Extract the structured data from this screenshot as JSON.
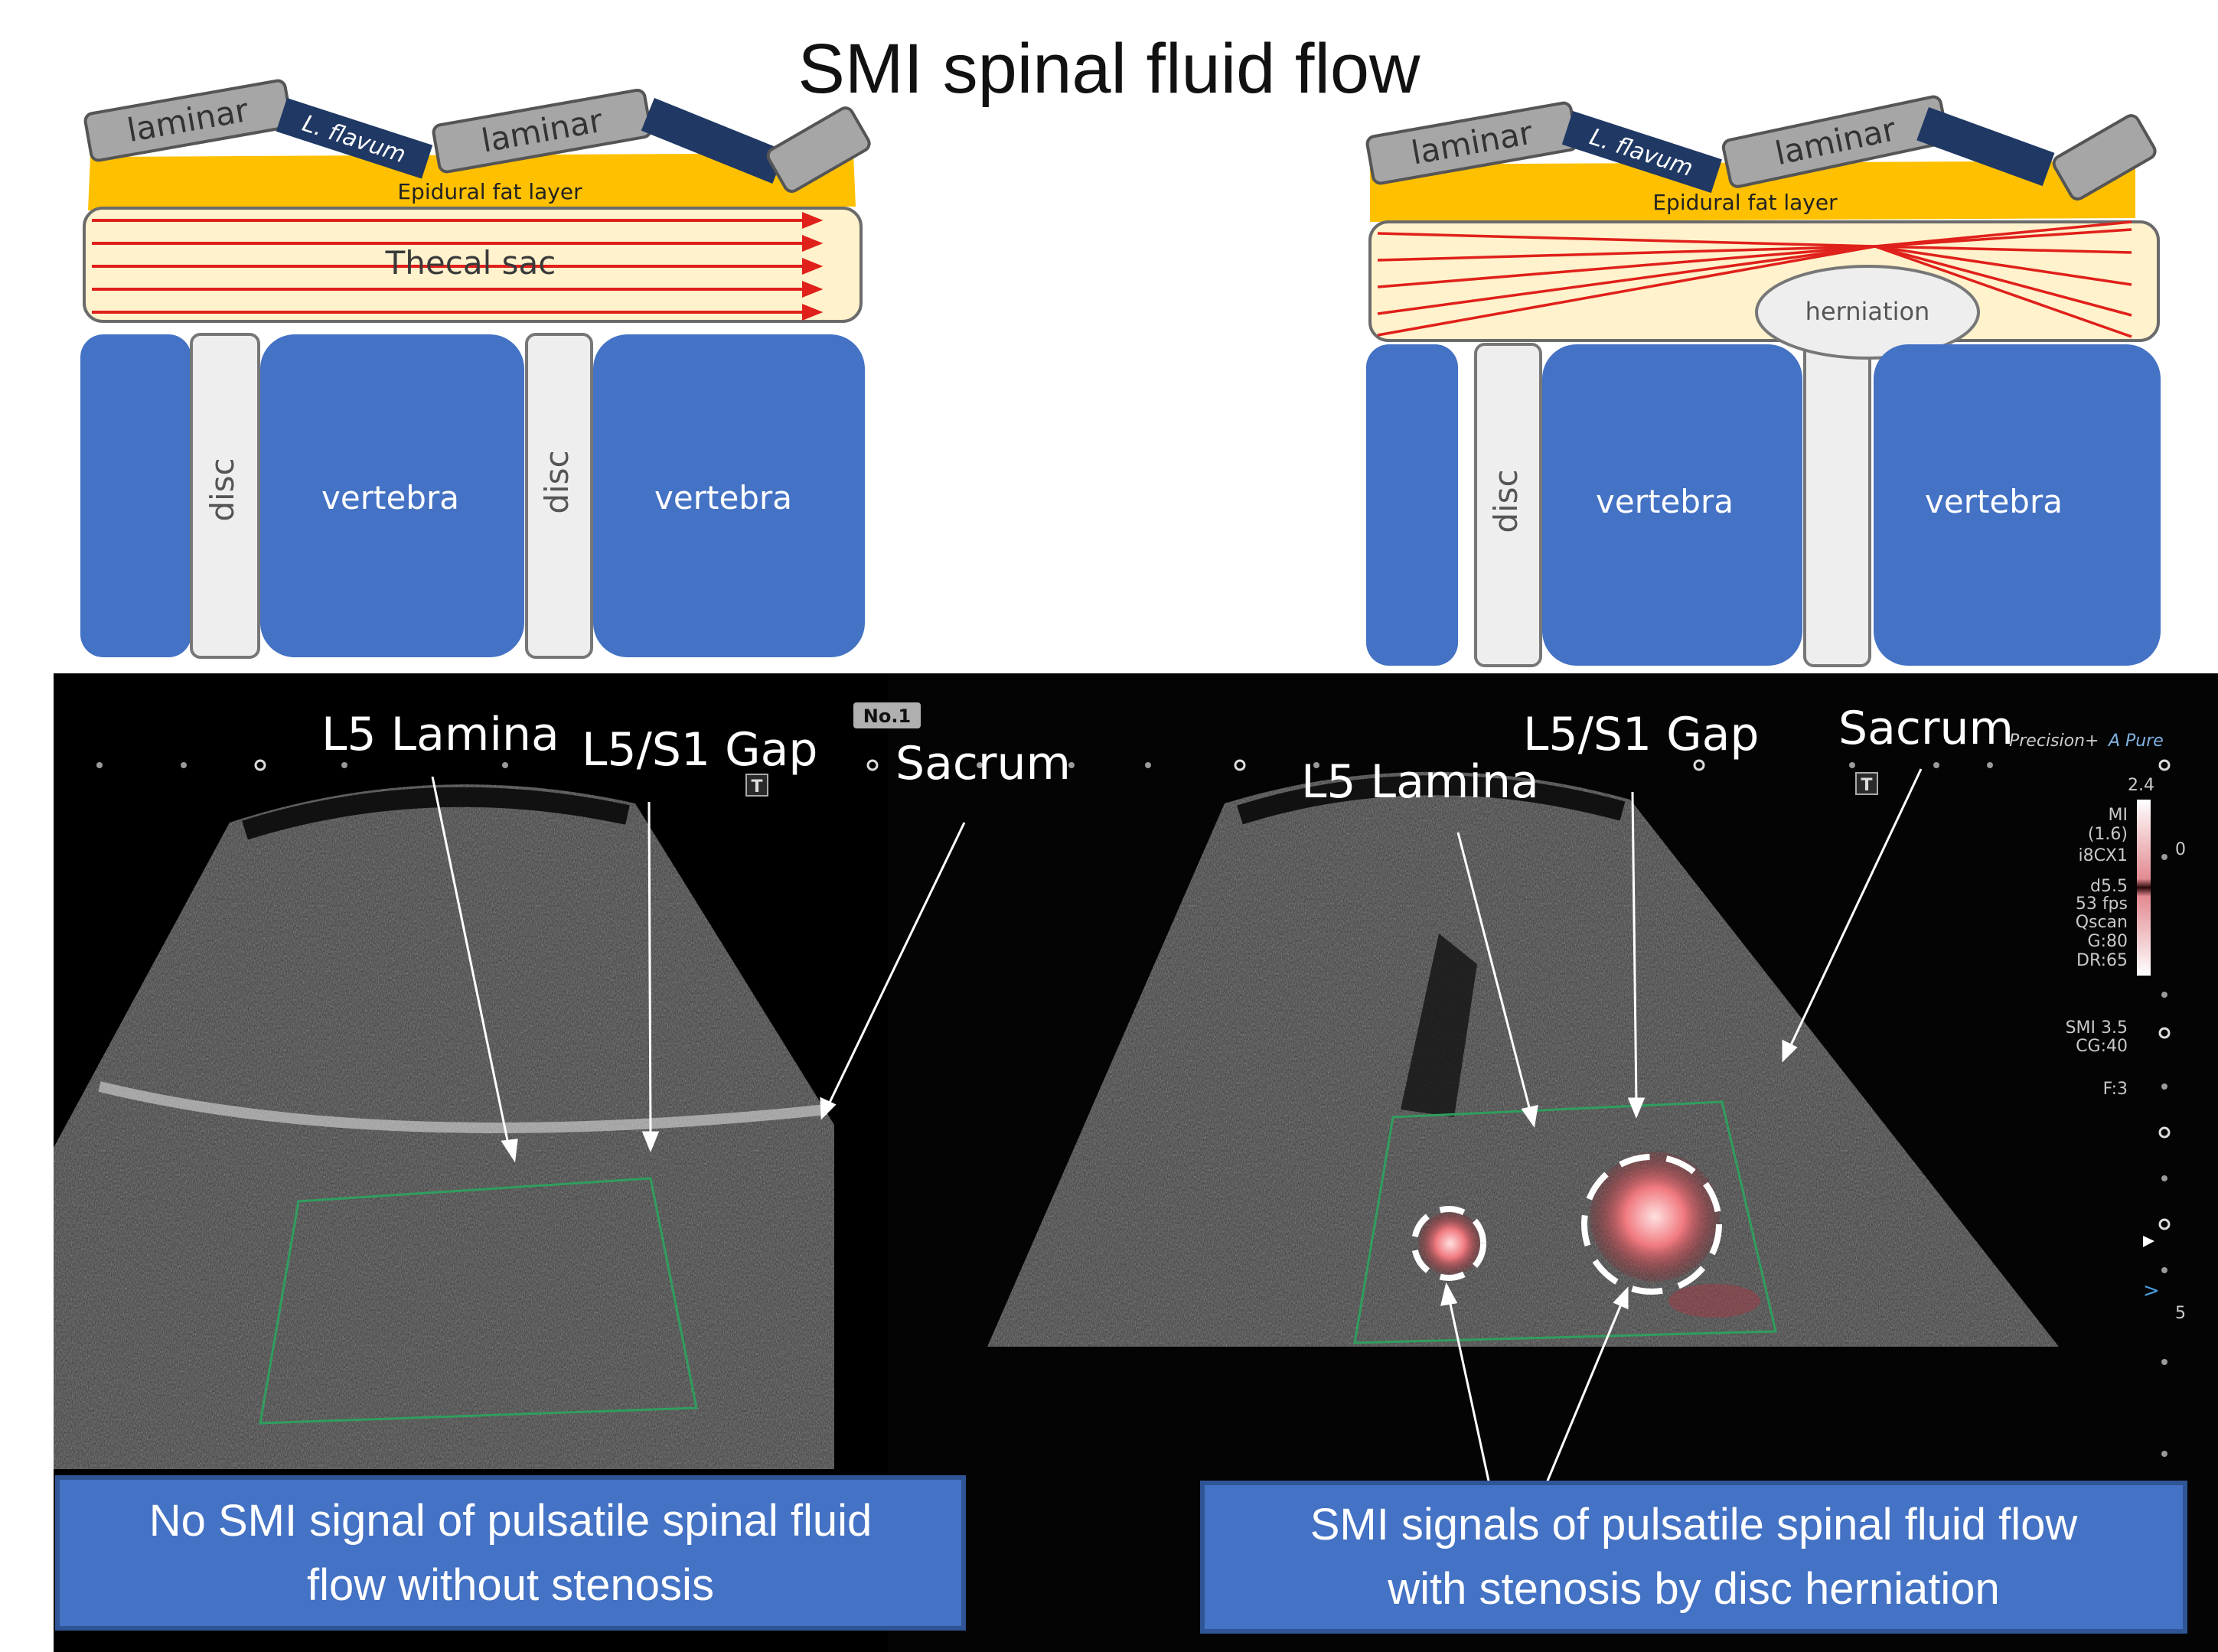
{
  "title": "SMI spinal fluid flow",
  "diagram_left": {
    "laminar_1": "laminar",
    "flavum": "L. flavum",
    "laminar_2": "laminar",
    "fat_layer": "Epidural fat layer",
    "thecal_sac": "Thecal sac",
    "disc_1": "disc",
    "vertebra_1": "vertebra",
    "disc_2": "disc",
    "vertebra_2": "vertebra"
  },
  "diagram_right": {
    "laminar_1": "laminar",
    "flavum": "L. flavum",
    "laminar_2": "laminar",
    "fat_layer": "Epidural fat layer",
    "herniation": "herniation",
    "disc": "disc",
    "vertebra_1": "vertebra",
    "vertebra_2": "vertebra"
  },
  "ultrasound_left": {
    "label_lamina": "L5 Lamina",
    "label_gap": "L5/S1 Gap",
    "label_sacrum": "Sacrum",
    "badge": "No.1",
    "t_marker": "T",
    "caption_line1": "No SMI signal of pulsatile spinal fluid",
    "caption_line2": "flow without stenosis"
  },
  "ultrasound_right": {
    "label_lamina": "L5 Lamina",
    "label_gap": "L5/S1 Gap",
    "label_sacrum": "Sacrum",
    "t_marker": "T",
    "brand_1": "Precision+",
    "brand_2": "A Pure",
    "scale_top": "2.4",
    "scale_zero": "0",
    "depth_5": "5",
    "params": [
      "MI",
      "(1.6)",
      "i8CX1",
      "d5.5",
      "53 fps",
      "Qscan",
      "G:80",
      "DR:65",
      "SMI 3.5",
      "CG:40",
      "F:3"
    ],
    "caption_line1": "SMI signals of pulsatile spinal fluid flow",
    "caption_line2": "with stenosis by disc herniation"
  },
  "colors": {
    "vertebra_blue": "#4472c4",
    "fat_yellow": "#ffc000",
    "thecal_cream": "#fff2cc",
    "flow_red": "#e0201a",
    "flavum_navy": "#1f3864",
    "laminar_gray": "#a6a6a6",
    "caption_blue": "#4472c4"
  }
}
